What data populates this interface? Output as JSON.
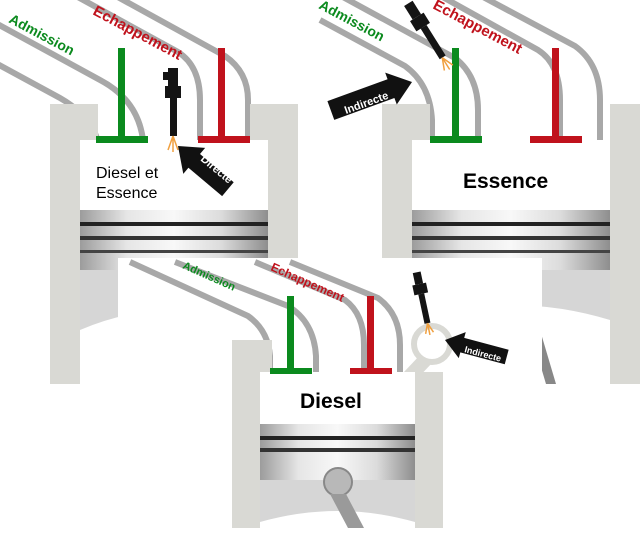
{
  "panels": {
    "top_left": {
      "admission": "Admission",
      "exhaust": "Echappement",
      "chamber_label_line1": "Diesel et",
      "chamber_label_line2": "Essence",
      "injection": "Directe"
    },
    "top_right": {
      "admission": "Admission",
      "exhaust": "Echappement",
      "chamber_label": "Essence",
      "injection": "Indirecte"
    },
    "bottom": {
      "admission": "Admission",
      "exhaust": "Echappement",
      "chamber_label": "Diesel",
      "injection": "Indirecte"
    }
  },
  "colors": {
    "intake_valve": "#0b8a1e",
    "exhaust_valve": "#c0121c",
    "port_stroke": "#a8a8a8",
    "cylinder_wall": "#d9d9d4",
    "injector": "#141414"
  }
}
